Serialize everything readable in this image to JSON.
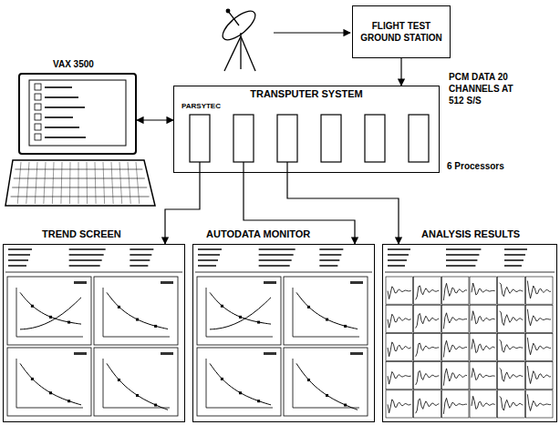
{
  "diagram": {
    "nodes": [
      {
        "text": [
          "FLIGHT TEST GROUND STATION"
        ]
      },
      {
        "text": [
          "VAX 3500"
        ]
      },
      {
        "text": [
          "TRANSPUTER SYSTEM",
          "PARSYTEC"
        ]
      },
      {
        "text": [
          "TREND SCREEN"
        ]
      },
      {
        "text": [
          "AUTODATA MONITOR"
        ]
      },
      {
        "text": [
          "ANALYSIS RESULTS"
        ]
      }
    ],
    "edges": [
      {
        "from": 0,
        "to": 2,
        "arrow": "to",
        "label": "PCM DATA 20 CHANNELS AT 512 S/S"
      },
      {
        "from": 1,
        "to": 2,
        "arrow": "both"
      },
      {
        "from": 2,
        "to": 3,
        "arrow": "to"
      },
      {
        "from": 2,
        "to": 4,
        "arrow": "to"
      },
      {
        "from": 2,
        "to": 5,
        "arrow": "to"
      }
    ],
    "labels": [
      "6 Processors"
    ]
  }
}
